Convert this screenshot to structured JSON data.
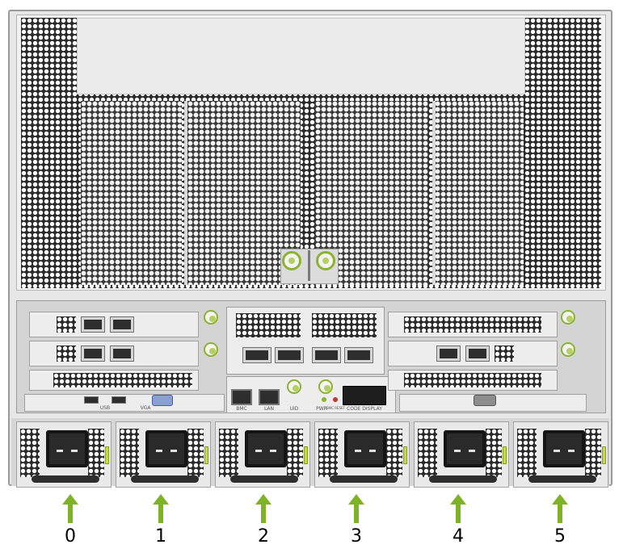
{
  "chassis": {
    "io_labels": {
      "usb": "USB",
      "vga": "VGA",
      "bmc": "BMC",
      "lan": "LAN",
      "uid": "UID",
      "pwr": "PWR",
      "bmc_reset": "BMC RESET",
      "display": "CODE DISPLAY"
    }
  },
  "psu_labels": [
    "0",
    "1",
    "2",
    "3",
    "4",
    "5"
  ],
  "colors": {
    "accent_green": "#8cb32e",
    "arrow_green": "#7fb325",
    "grille": "#2b2b2b",
    "chassis": "#e7e7e7"
  },
  "icons": {
    "arrow": "arrow-up-icon",
    "lever": "thumbscrew-icon"
  }
}
